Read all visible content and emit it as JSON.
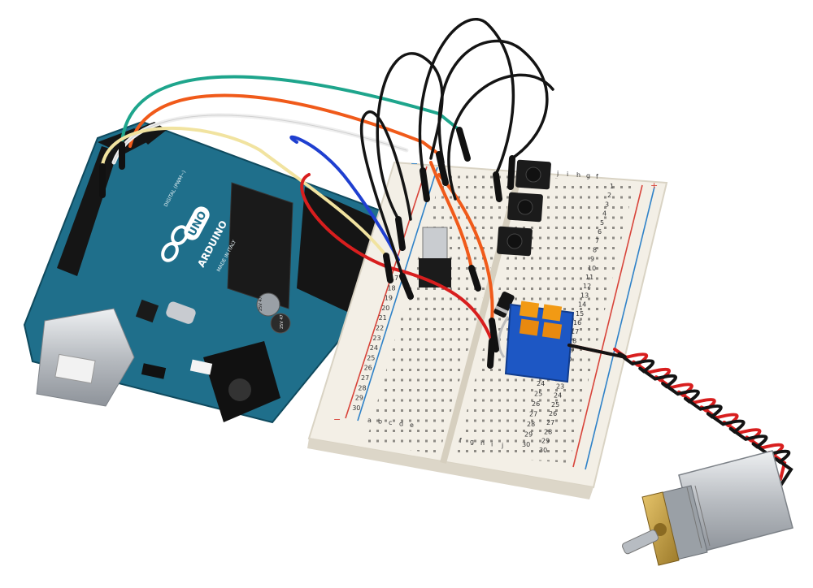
{
  "board": {
    "brand": "ARDUINO",
    "model": "UNO",
    "made_in": "MADE IN ITALY",
    "digital_label": "DIGITAL (PWM~)",
    "cap_1": "25V 47",
    "cap_2": "25V 47"
  },
  "breadboard": {
    "row_numbers": [
      "1",
      "2",
      "3",
      "4",
      "5",
      "6",
      "7",
      "8",
      "9",
      "10",
      "11",
      "12",
      "13",
      "14",
      "15",
      "16",
      "17",
      "18",
      "19",
      "20",
      "21",
      "22",
      "23",
      "24",
      "25",
      "26",
      "27",
      "28",
      "29",
      "30"
    ],
    "left_numbers": [
      "17",
      "18",
      "19",
      "20",
      "21",
      "22",
      "23",
      "24",
      "25",
      "26",
      "27",
      "28",
      "29",
      "30"
    ],
    "right_numbers": [
      "24",
      "25",
      "26",
      "27",
      "28",
      "29",
      "30"
    ],
    "columns_left": [
      "a",
      "b",
      "c",
      "d",
      "e"
    ],
    "columns_right": [
      "f",
      "g",
      "h",
      "i",
      "j"
    ],
    "top_cols": [
      "j",
      "i",
      "h",
      "g",
      "f"
    ],
    "rail_plus": "+",
    "rail_minus": "−"
  },
  "colors": {
    "board_blue": "#1f6f8b",
    "breadboard": "#f3efe6",
    "rail_red": "#d8443a",
    "rail_blue": "#2f82c8",
    "wire_black": "#141414",
    "wire_red": "#d81e1e",
    "wire_orange": "#f05a1a",
    "wire_teal": "#1ea58c",
    "wire_white": "#eeeeee",
    "wire_yellow": "#f1e3a0",
    "wire_blue": "#1f3fd0",
    "terminal_blue": "#1d57c4",
    "terminal_orange": "#f29a14",
    "motor_silver": "#c9ccd0",
    "motor_brass": "#c9a24a"
  },
  "icons": [
    "arduino-logo-icon",
    "push-button-icon",
    "dc-motor-icon"
  ]
}
